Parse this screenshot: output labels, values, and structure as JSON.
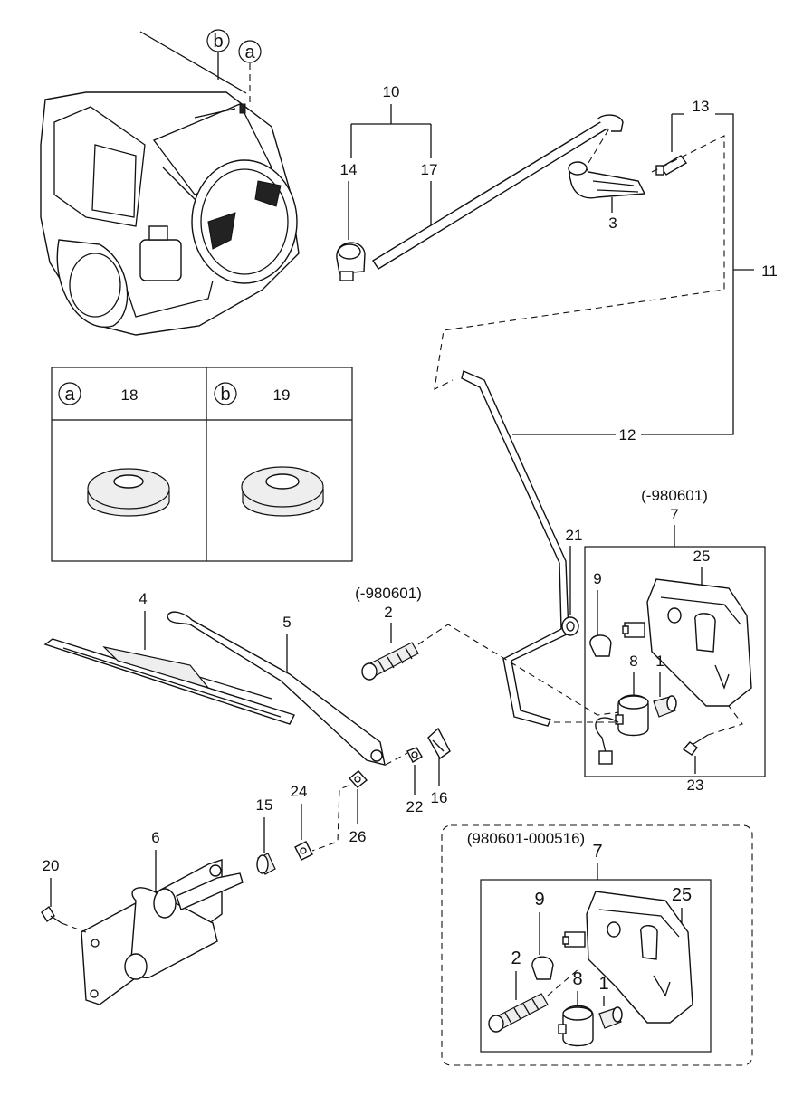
{
  "callouts": {
    "b": "b",
    "a": "a",
    "n10": "10",
    "n14": "14",
    "n17": "17",
    "n13": "13",
    "n3": "3",
    "n11": "11",
    "n12": "12",
    "n18": "18",
    "n19": "19",
    "table_a": "a",
    "table_b": "b",
    "n4": "4",
    "n5": "5",
    "variant1": "(-980601)",
    "n2": "2",
    "n21": "21",
    "variant2": "(-980601)",
    "n7": "7",
    "n25": "25",
    "n9": "9",
    "n8": "8",
    "n1": "1",
    "n23": "23",
    "n22": "22",
    "n16": "16",
    "n26": "26",
    "n15": "15",
    "n24": "24",
    "n6": "6",
    "n20": "20",
    "variant3": "(980601-000516)",
    "n7b": "7",
    "n9b": "9",
    "n25b": "25",
    "n2b": "2",
    "n8b": "8",
    "n1b": "1"
  }
}
